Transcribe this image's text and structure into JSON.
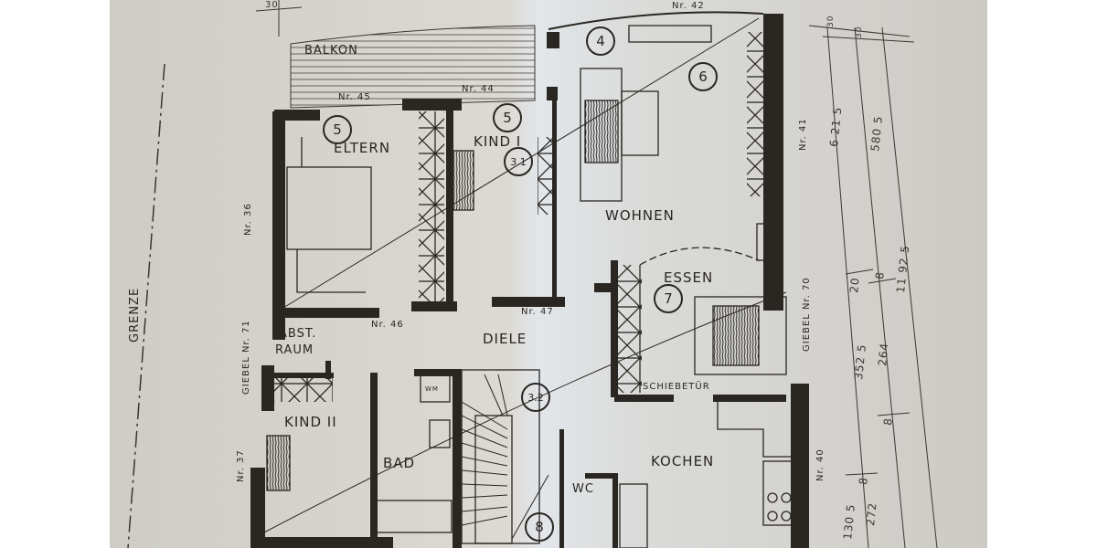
{
  "rooms": {
    "balkon": "BALKON",
    "eltern": "ELTERN",
    "kind1": "KIND I",
    "wohnen": "WOHNEN",
    "essen": "ESSEN",
    "abst_raum_1": "ABST.",
    "abst_raum_2": "RAUM",
    "diele": "DIELE",
    "kind2": "KIND II",
    "bad": "BAD",
    "wc": "WC",
    "kochen": "KOCHEN",
    "schiebetuer": "SCHIEBETÜR",
    "wm": "WM",
    "grenze": "GRENZE"
  },
  "markers": [
    "4",
    "6",
    "5",
    "5",
    "3.1",
    "7",
    "3.2",
    "8"
  ],
  "window_numbers": {
    "nr45": "Nr. 45",
    "nr44": "Nr. 44",
    "nr42": "Nr. 42",
    "nr46": "Nr. 46",
    "nr47": "Nr. 47",
    "nr36": "Nr. 36",
    "nr37": "Nr. 37",
    "nr41": "Nr. 41",
    "nr40": "Nr. 40",
    "giebel71": "GIEBEL Nr. 71",
    "giebel70": "GIEBEL Nr. 70"
  },
  "dimensions": {
    "top_30": "30",
    "right_30a": "30",
    "right_30b": "30",
    "d6215": "6 21 5",
    "d5805": "580 5",
    "d11925": "11 92 5",
    "d20": "20",
    "d8a": "8",
    "d264": "264",
    "d3525": "352 5",
    "d8b": "8",
    "d8c": "8",
    "d272": "272",
    "d1305": "130 5"
  },
  "colors": {
    "paper": "#d6d3ce",
    "paper_light": "#dfe3e6",
    "ink": "#2a2622"
  }
}
